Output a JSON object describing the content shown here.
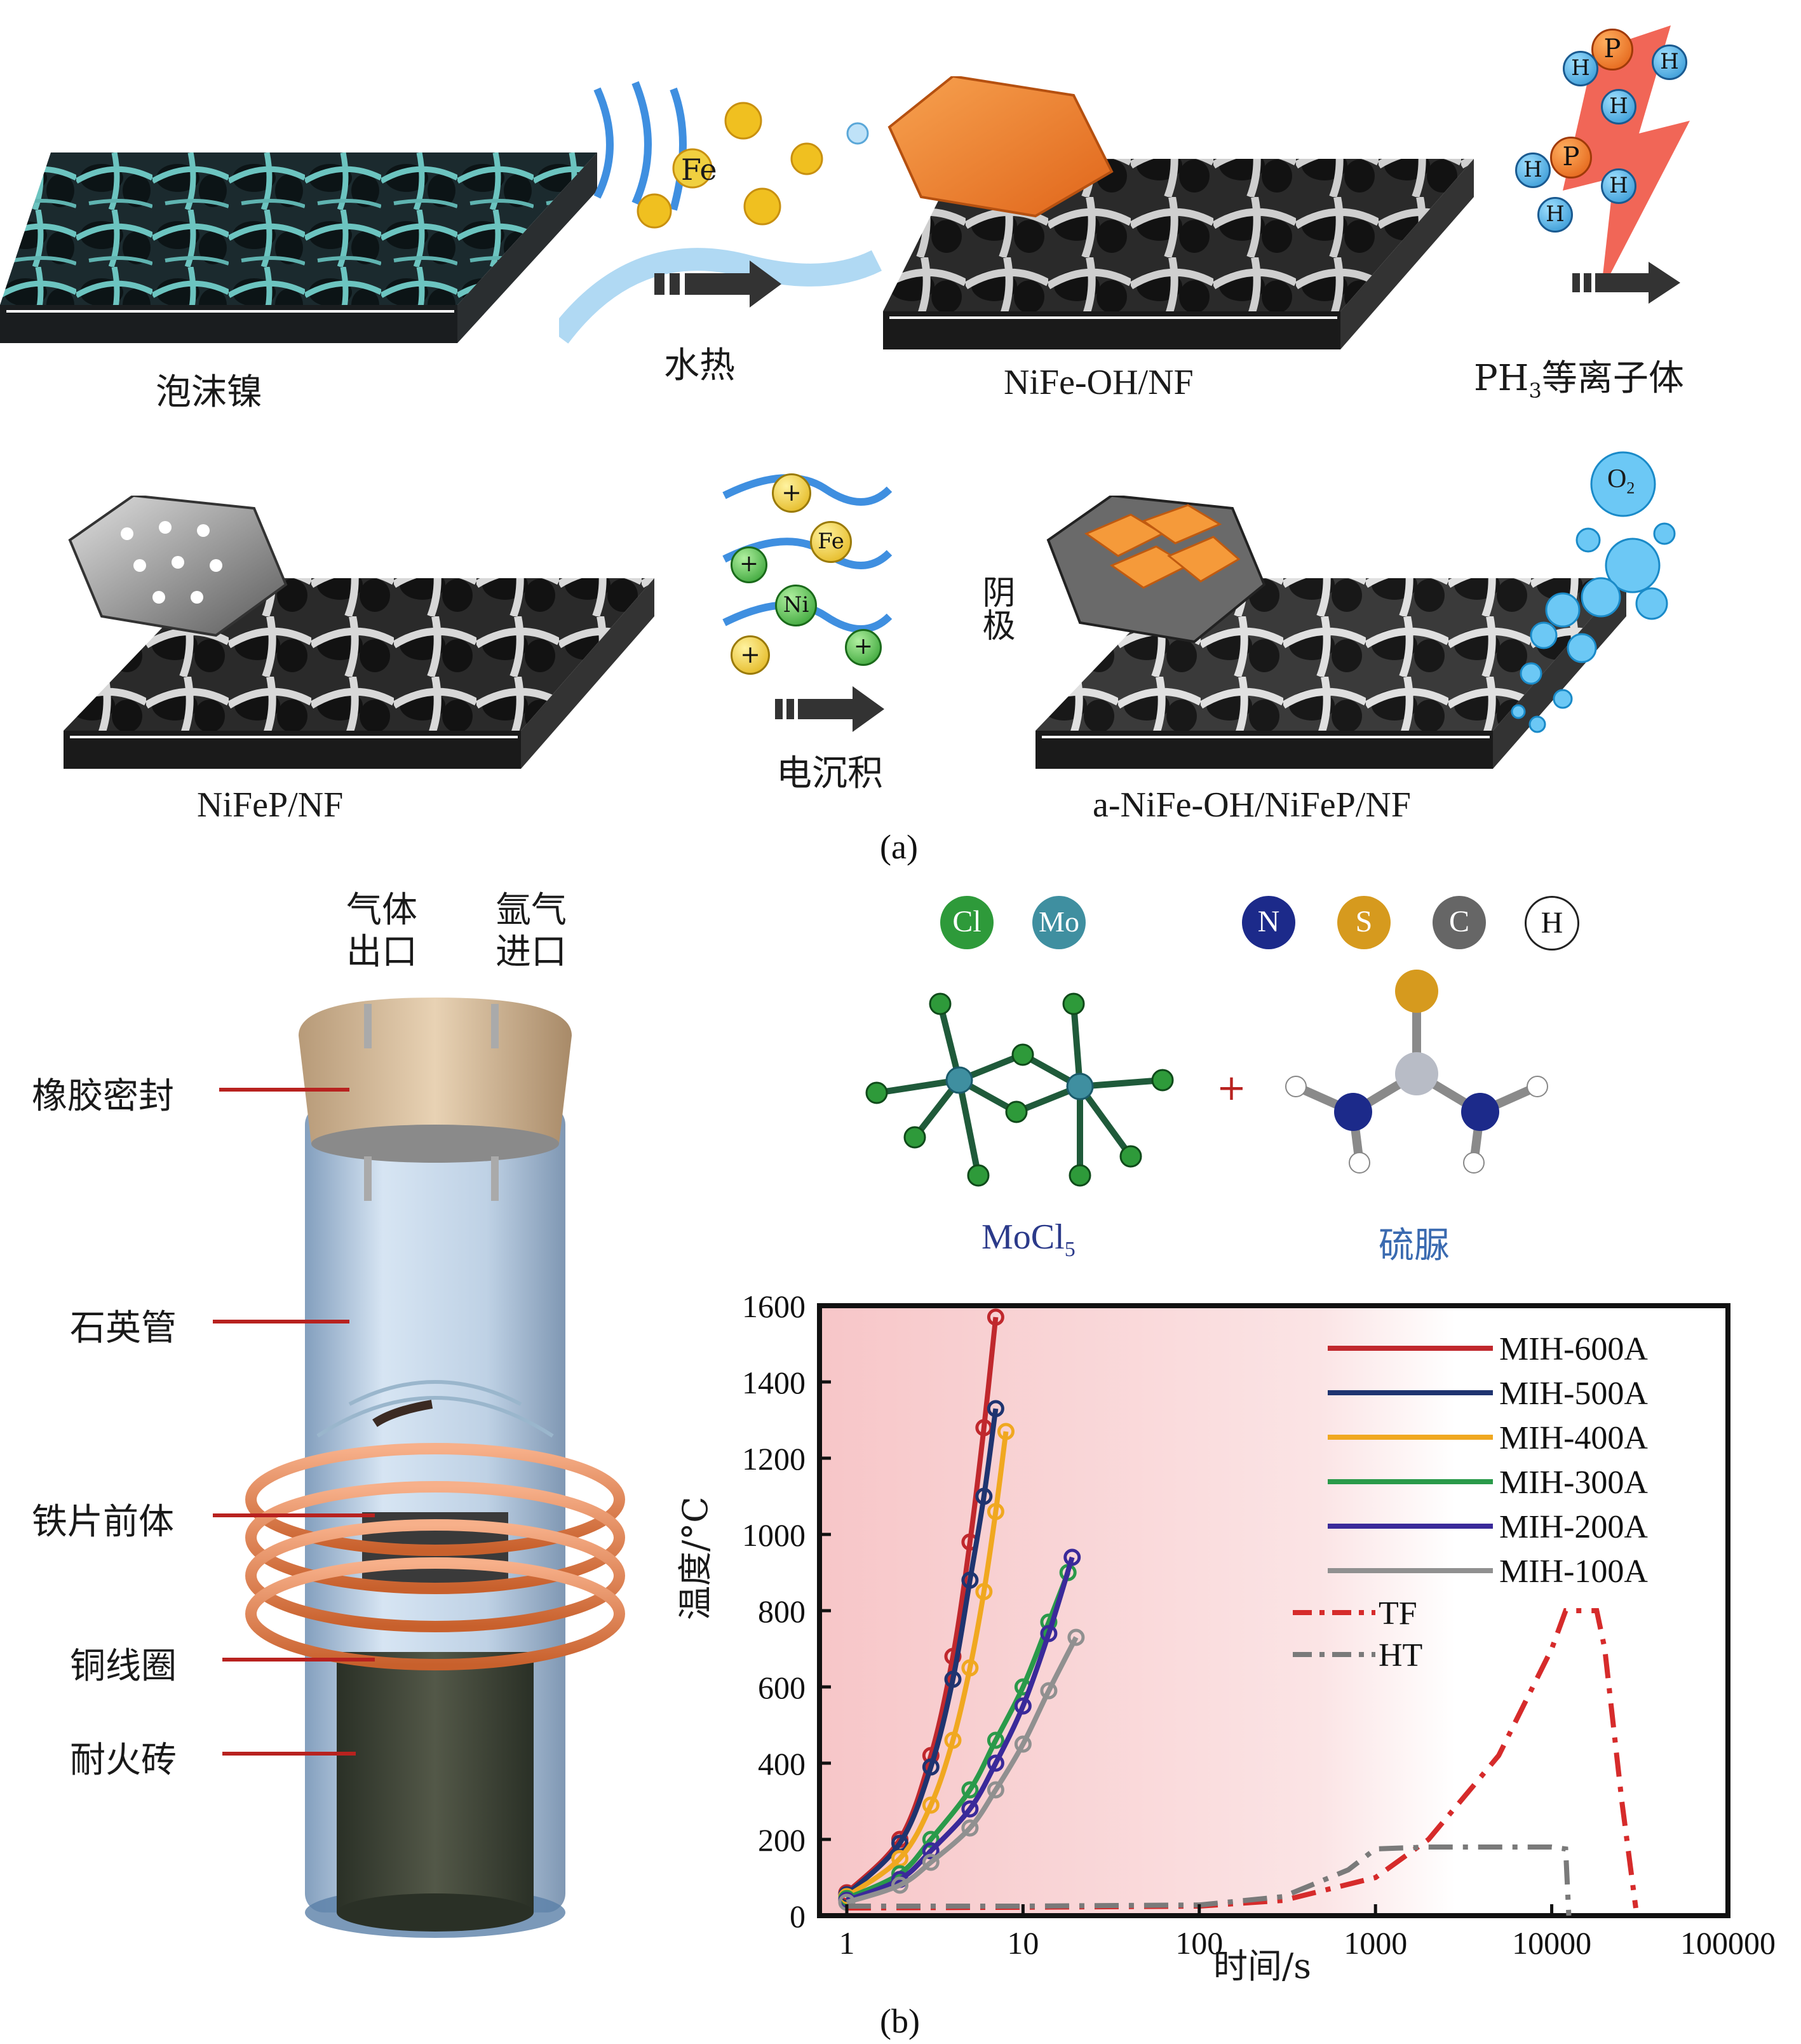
{
  "panel_a": {
    "label": "(a)",
    "step1_label": "泡沫镍",
    "step2_label": "水热",
    "step2_ion": "Fe",
    "step3_label": "NiFe-OH/NF",
    "step4_label_main": "PH",
    "step4_label_sub": "3",
    "step4_label_tail": "等离子体",
    "plasma_atoms": [
      "P",
      "H",
      "H",
      "H",
      "P",
      "H",
      "H",
      "H"
    ],
    "step5_label": "NiFeP/NF",
    "step6_label": "电沉积",
    "step6_ions": [
      "+",
      "Fe",
      "+",
      "Ni",
      "+",
      "+"
    ],
    "cathode_label": "阴极",
    "step7_label": "a-NiFe-OH/NiFeP/NF",
    "o2_label": "O",
    "o2_sub": "2"
  },
  "panel_b": {
    "label": "(b)",
    "reactor": {
      "gas_outlet": "气体\n出口",
      "argon_inlet": "氩气\n进口",
      "rubber_seal": "橡胶密封",
      "quartz_tube": "石英管",
      "iron_precursor": "铁片前体",
      "copper_coil": "铜线圈",
      "refractory_brick": "耐火砖"
    },
    "legend_atoms": [
      {
        "symbol": "Cl",
        "color": "#2e9a3a"
      },
      {
        "symbol": "Mo",
        "color": "#3f8fa0"
      },
      {
        "symbol": "N",
        "color": "#1c2a8a"
      },
      {
        "symbol": "S",
        "color": "#d69a1e"
      },
      {
        "symbol": "C",
        "color": "#666666"
      },
      {
        "symbol": "H",
        "color": "#ffffff"
      }
    ],
    "plus_sign": "+",
    "mocl5_main": "MoCl",
    "mocl5_sub": "5",
    "thiourea": "硫脲"
  },
  "chart_data": {
    "type": "line",
    "xlabel": "时间/s",
    "ylabel": "温度/°C",
    "xscale": "log",
    "xlim": [
      0.7,
      100000
    ],
    "ylim": [
      0,
      1600
    ],
    "xticks": [
      1,
      10,
      100,
      1000,
      10000,
      100000
    ],
    "xtick_labels": [
      "1",
      "10",
      "100",
      "1000",
      "10000",
      "100000"
    ],
    "yticks": [
      0,
      200,
      400,
      600,
      800,
      1000,
      1200,
      1400,
      1600
    ],
    "yticks_labels": [
      "0",
      "200",
      "400",
      "600",
      "800",
      "1000",
      "1200",
      "1400",
      "1600"
    ],
    "legend_position": "top-right",
    "series": [
      {
        "name": "MIH-600A",
        "color": "#c0282d",
        "style": "solid",
        "x": [
          1,
          2,
          3,
          4,
          5,
          6,
          7
        ],
        "y": [
          60,
          200,
          420,
          680,
          980,
          1280,
          1570
        ]
      },
      {
        "name": "MIH-500A",
        "color": "#1f3470",
        "style": "solid",
        "x": [
          1,
          2,
          3,
          4,
          5,
          6,
          7
        ],
        "y": [
          55,
          190,
          390,
          620,
          880,
          1100,
          1330
        ]
      },
      {
        "name": "MIH-400A",
        "color": "#f0a820",
        "style": "solid",
        "x": [
          1,
          2,
          3,
          4,
          5,
          6,
          7,
          8
        ],
        "y": [
          50,
          150,
          290,
          460,
          650,
          850,
          1060,
          1270
        ]
      },
      {
        "name": "MIH-300A",
        "color": "#2a9a4a",
        "style": "solid",
        "x": [
          1,
          2,
          3,
          5,
          7,
          10,
          14,
          18
        ],
        "y": [
          45,
          110,
          200,
          330,
          460,
          600,
          770,
          900
        ]
      },
      {
        "name": "MIH-200A",
        "color": "#3a2a9a",
        "style": "solid",
        "x": [
          1,
          2,
          3,
          5,
          7,
          10,
          14,
          19
        ],
        "y": [
          40,
          95,
          170,
          280,
          400,
          550,
          740,
          940
        ]
      },
      {
        "name": "MIH-100A",
        "color": "#909090",
        "style": "solid",
        "x": [
          1,
          2,
          3,
          5,
          7,
          10,
          14,
          20
        ],
        "y": [
          35,
          80,
          140,
          230,
          330,
          450,
          590,
          730
        ]
      },
      {
        "name": "TF",
        "color": "#d62b2b",
        "style": "dashdot",
        "x": [
          1,
          10,
          100,
          300,
          1000,
          2000,
          5000,
          10000,
          12000,
          18000,
          20000,
          25000,
          30000
        ],
        "y": [
          20,
          22,
          25,
          40,
          100,
          200,
          420,
          700,
          800,
          800,
          700,
          300,
          20
        ]
      },
      {
        "name": "HT",
        "color": "#7a7a7a",
        "style": "dashdot",
        "x": [
          1,
          10,
          100,
          300,
          700,
          1000,
          2000,
          5000,
          10000,
          12000,
          12500
        ],
        "y": [
          25,
          25,
          28,
          50,
          120,
          175,
          180,
          180,
          180,
          175,
          0
        ]
      }
    ]
  }
}
